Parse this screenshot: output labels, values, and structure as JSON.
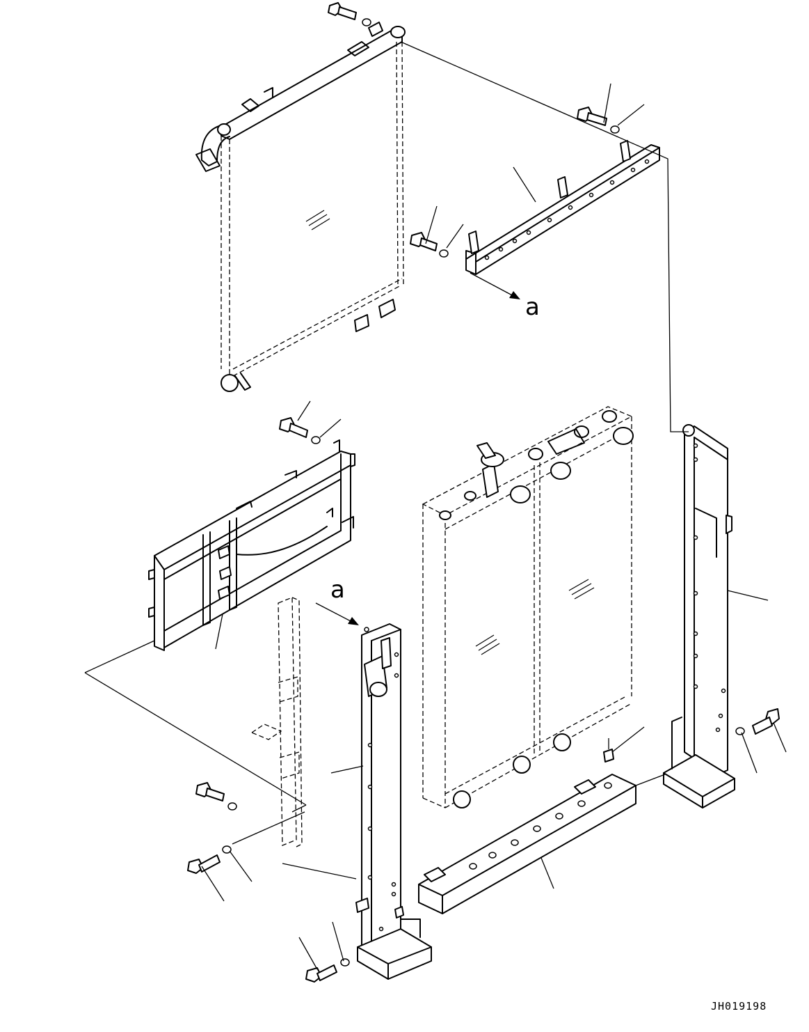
{
  "callouts": {
    "a_top": "a",
    "a_mid": "a"
  },
  "drawing_number": "JH019198",
  "colors": {
    "line": "#000000",
    "background": "#ffffff"
  }
}
